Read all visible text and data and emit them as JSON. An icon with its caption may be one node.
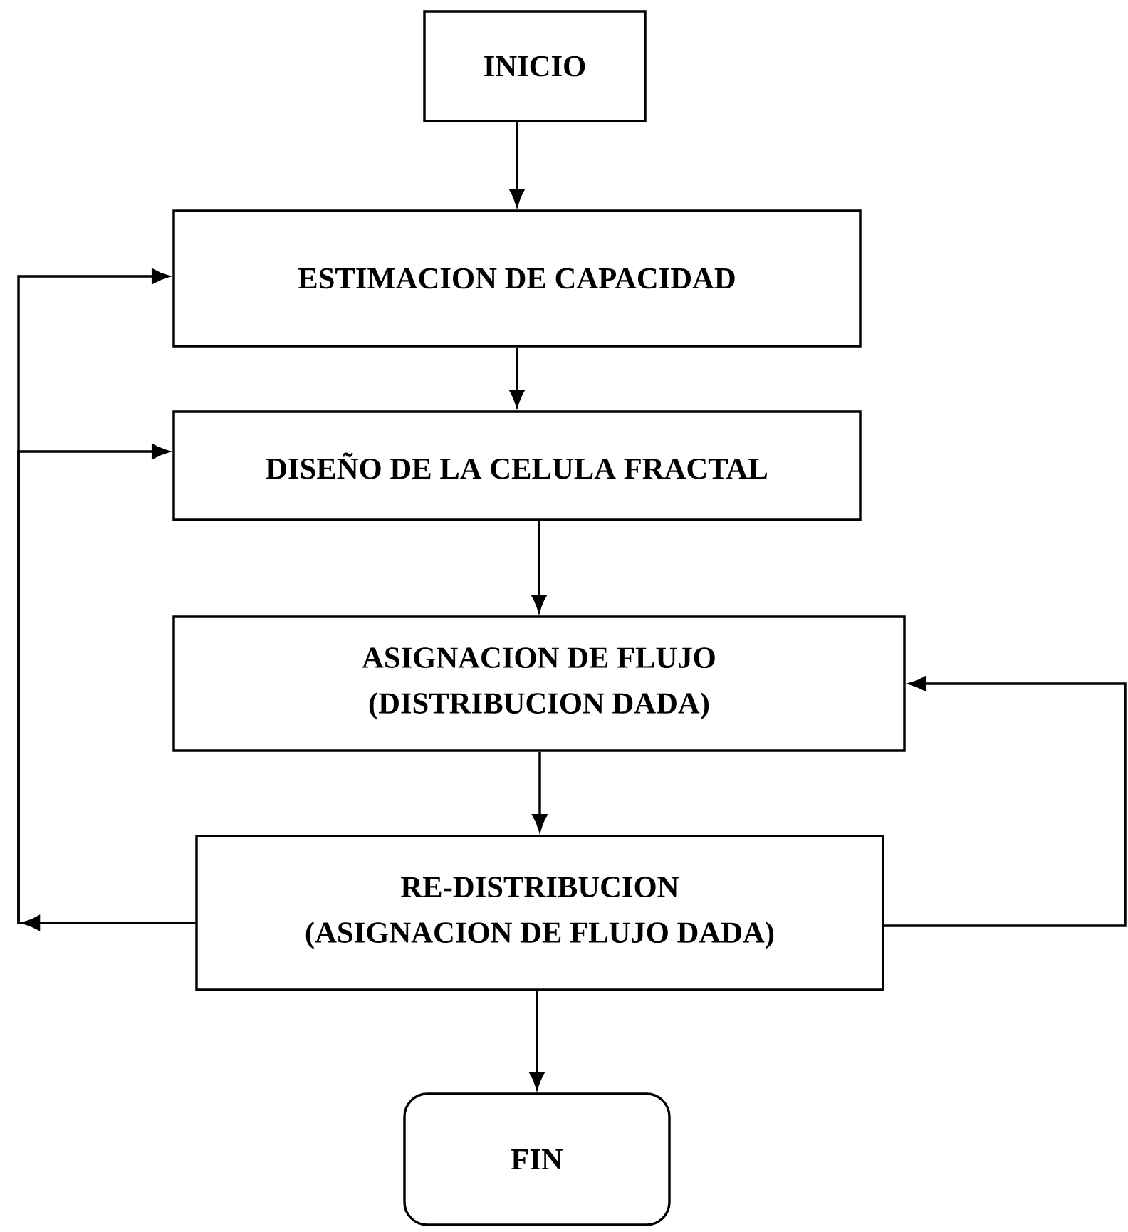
{
  "diagram": {
    "nodes": [
      {
        "text": [
          "INICIO"
        ]
      },
      {
        "text": [
          "ESTIMACION DE CAPACIDAD"
        ]
      },
      {
        "text": [
          "DISEÑO DE LA CELULA FRACTAL"
        ]
      },
      {
        "text": [
          "ASIGNACION DE FLUJO",
          "(DISTRIBUCION DADA)"
        ]
      },
      {
        "text": [
          "RE-DISTRIBUCION",
          "(ASIGNACION DE FLUJO DADA)"
        ]
      },
      {
        "text": [
          "FIN"
        ]
      }
    ],
    "edges": [
      {
        "from": 0,
        "to": 1,
        "arrow": "to"
      },
      {
        "from": 1,
        "to": 2,
        "arrow": "to"
      },
      {
        "from": 2,
        "to": 3,
        "arrow": "to"
      },
      {
        "from": 3,
        "to": 4,
        "arrow": "to"
      },
      {
        "from": 4,
        "to": 5,
        "arrow": "to"
      },
      {
        "from": 4,
        "to": 1,
        "arrow": "to"
      },
      {
        "from": 4,
        "to": 2,
        "arrow": "to"
      },
      {
        "from": 4,
        "to": 3,
        "arrow": "to"
      }
    ]
  }
}
